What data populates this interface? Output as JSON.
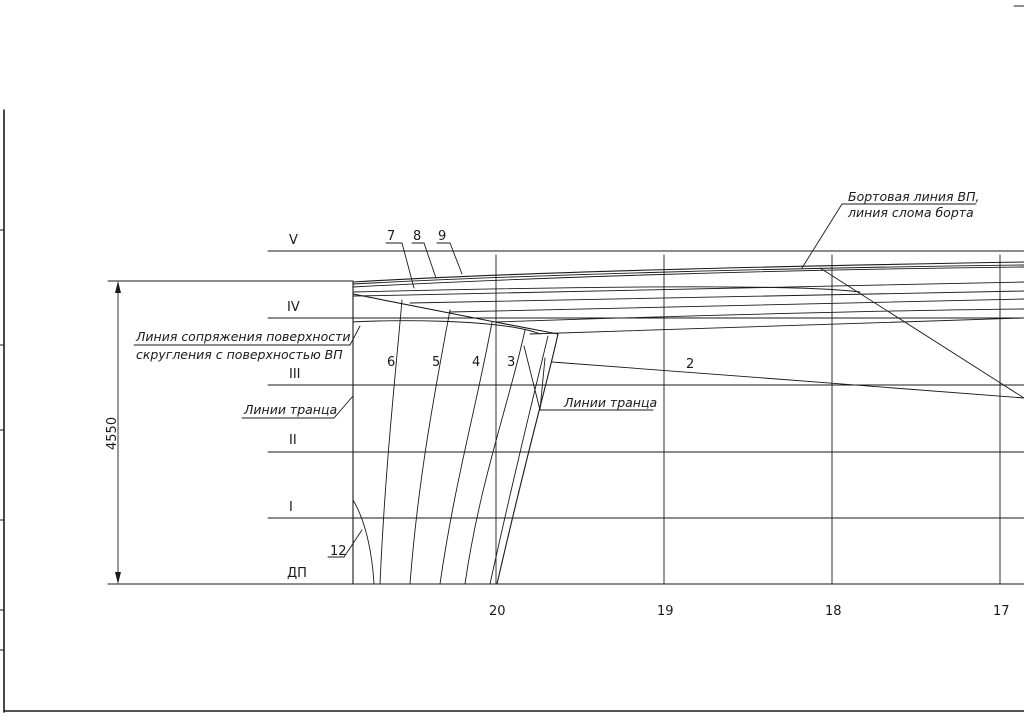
{
  "levels": {
    "v": "V",
    "iv": "IV",
    "iii": "III",
    "ii": "II",
    "i": "I",
    "dp": "ДП"
  },
  "stations": [
    "20",
    "19",
    "18",
    "17"
  ],
  "dimension": "4550",
  "line_numbers": {
    "n7": "7",
    "n8": "8",
    "n9": "9",
    "n6": "6",
    "n5": "5",
    "n4": "4",
    "n3": "3",
    "n2": "2",
    "n12": "12"
  },
  "annotations": {
    "side_line_1": "Бортовая линия ВП,",
    "side_line_2": "линия слома борта",
    "conj_1": "Линия сопряжения поверхности",
    "conj_2": "скругления с поверхностью ВП",
    "transom_left": "Линии транца",
    "transom_right": "Линии транца"
  }
}
